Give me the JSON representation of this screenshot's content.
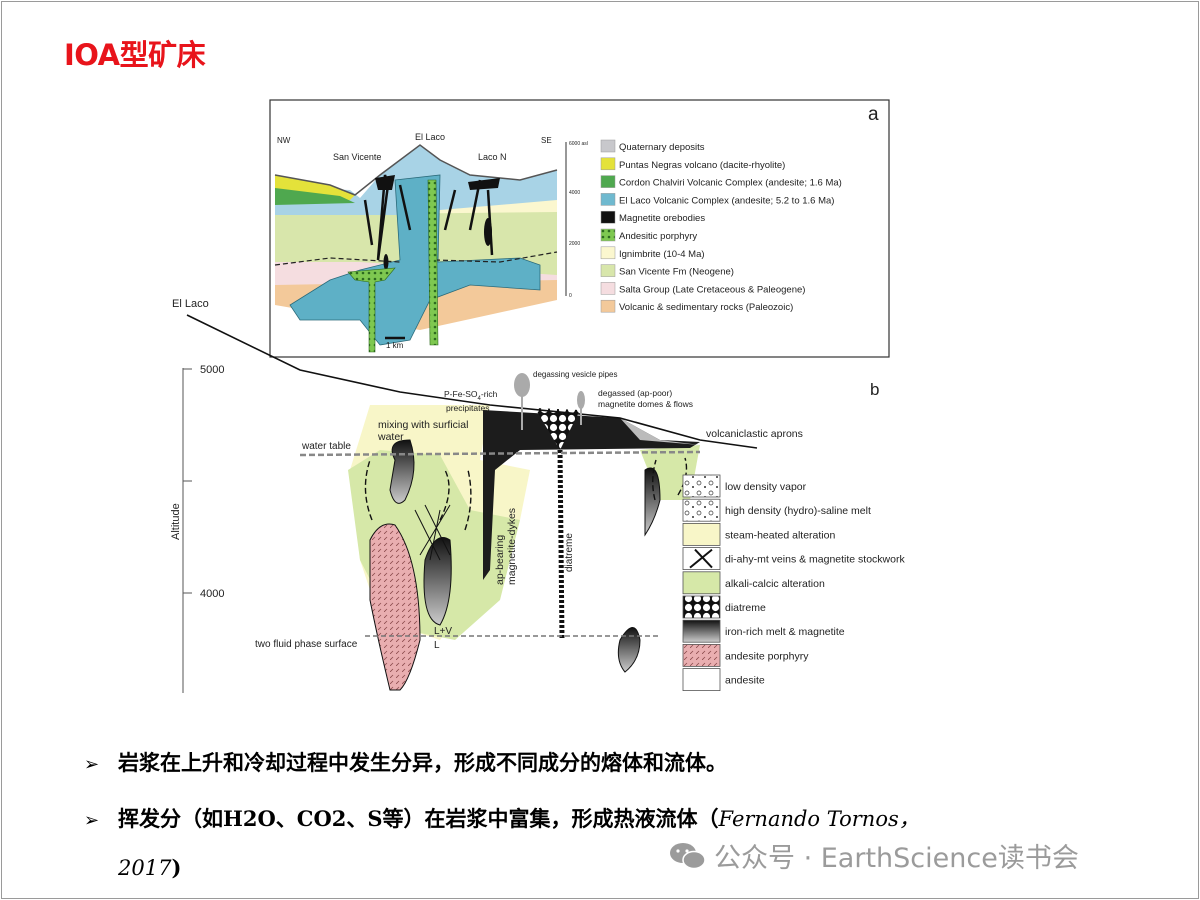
{
  "slide": {
    "title": "IOA型矿床",
    "bullets": [
      {
        "text": "岩浆在上升和冷却过程中发生分异，形成不同成分的熔体和流体。"
      },
      {
        "text": "挥发分（如H2O、CO2、S等）在岩浆中富集，形成热液流体（",
        "citation_author": "Fernando Tornos，",
        "citation_year": "2017",
        "close": ")"
      }
    ],
    "bullet_icon": "arrow-bullet-icon",
    "watermark": "公众号 · EarthScience读书会"
  },
  "panel_a": {
    "label": "a",
    "places": {
      "nw": "NW",
      "se": "SE",
      "el_laco": "El Laco",
      "san_vicente": "San Vicente",
      "laco_n": "Laco N"
    },
    "scale_bar": "1 km",
    "elevation_ticks": [
      "6000 asl",
      "4000",
      "2000",
      "0"
    ],
    "legend": [
      {
        "label": "Quaternary deposits",
        "color": "#c8c8cc"
      },
      {
        "label": "Puntas Negras volcano (dacite-rhyolite)",
        "color": "#e4e23a"
      },
      {
        "label": "Cordon Chalviri Volcanic Complex (andesite; 1.6 Ma)",
        "color": "#4fa84f"
      },
      {
        "label": "El Laco Volcanic Complex (andesite; 5.2 to 1.6 Ma)",
        "color": "#6fb9cf"
      },
      {
        "label": "Magnetite orebodies",
        "color": "#111111"
      },
      {
        "label": "Andesitic porphyry",
        "color": "#7ec850"
      },
      {
        "label": "Ignimbrite (10-4 Ma)",
        "color": "#fbf7cf"
      },
      {
        "label": "San Vicente Fm (Neogene)",
        "color": "#d8e6ab"
      },
      {
        "label": "Salta Group (Late Cretaceous & Paleogene)",
        "color": "#f5dde0"
      },
      {
        "label": "Volcanic & sedimentary rocks (Paleozoic)",
        "color": "#f3c99a"
      }
    ]
  },
  "panel_b": {
    "label": "b",
    "location": "El Laco",
    "axis_label": "Altitude",
    "ticks": [
      "5000",
      "4000"
    ],
    "annotations": {
      "degassing": "degassing vesicle pipes",
      "precip_1": "P-Fe-SO",
      "precip_sub": "4",
      "precip_2": "-rich",
      "precip_3": "precipitates",
      "degassed_1": "degassed (ap-poor)",
      "degassed_2": "magnetite domes & flows",
      "mixing_1": "mixing with surficial",
      "mixing_2": "water",
      "water_table": "water table",
      "aprons": "volcaniclastic aprons",
      "dykes_1": "ap-bearing",
      "dykes_2": "magnetite-dykes",
      "diatreme": "diatreme",
      "two_fluid": "two fluid phase surface",
      "lv": "L+V",
      "l": "L"
    },
    "legend": [
      {
        "label": "low density vapor"
      },
      {
        "label": "high density (hydro)-saline melt"
      },
      {
        "label": "steam-heated alteration",
        "color": "#f8f6c8"
      },
      {
        "label": "di-ahy-mt veins & magnetite stockwork"
      },
      {
        "label": "alkali-calcic alteration",
        "color": "#d6e8a8"
      },
      {
        "label": "diatreme"
      },
      {
        "label": "iron-rich melt & magnetite"
      },
      {
        "label": "andesite porphyry",
        "color": "#e9aeb0"
      },
      {
        "label": "andesite",
        "color": "#ffffff"
      }
    ]
  }
}
